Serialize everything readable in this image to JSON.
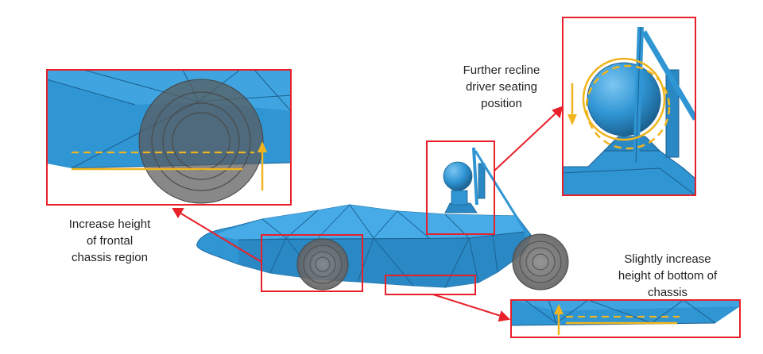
{
  "annotations": {
    "front": [
      "Increase height",
      "of frontal",
      "chassis region"
    ],
    "seat": [
      "Further recline",
      "driver seating",
      "position"
    ],
    "bottom": [
      "Slightly increase",
      "height of bottom of",
      "chassis"
    ]
  },
  "colors": {
    "body_blue": "#2f95d3",
    "body_blue_light": "#43a8e3",
    "body_blue_dark": "#1f6fa6",
    "wheel_grey": "#6a6a6a",
    "highlight_red": "#e8202a",
    "indicator_yellow": "#f0b51e"
  }
}
